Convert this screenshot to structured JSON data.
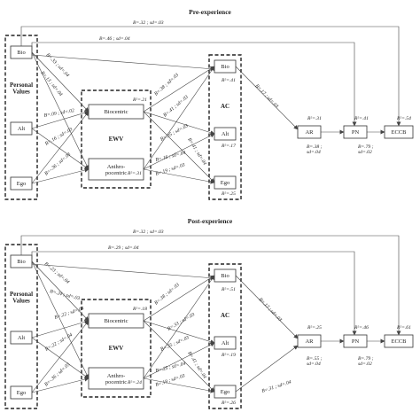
{
  "panels": [
    {
      "title": "Pre-experience",
      "groups": {
        "personal_values": "Personal Values",
        "ewv": "EWV",
        "ac": "AC"
      },
      "nodes": {
        "pv_bio": "Bio",
        "pv_alt": "Alt",
        "pv_ego": "Ego",
        "ewv_bio": "Biocentric",
        "ewv_anth": "Anthro-\npocentric",
        "ac_bio": "Bio",
        "ac_alt": "Alt",
        "ac_ego": "Ego",
        "ar": "AR",
        "pn": "PN",
        "eccb": "ECCB"
      },
      "r2": {
        "ewv_bio": "R²=.21",
        "ewv_anth": "R²=.31",
        "ac_bio": "R²=.41",
        "ac_alt": "R²=.17",
        "ac_ego": "R²=.25",
        "ar": "R²=.31",
        "pn": "R²=.41",
        "eccb": "R²=.54"
      },
      "coefficients": [
        "B=.32 ; sd=.03",
        "B=.46 ; sd=.04",
        "B=.33 ; sd=.04",
        "B=.13 ; sd=.04",
        "B=.09 ; sd=.02",
        "B=.16 ; sd=.03",
        "B=-.36 ; sd=.03",
        "B=.38 ; sd=.03",
        "B=.41 ; sd=.03",
        "B=.35 ; sd=.03",
        "B=.16 ; sd=.04",
        "B=.41 ; sd=.04",
        "B=.19 ; sd=.03",
        "B=.17 ; sd=.03",
        "B=.38 ; sd=.04",
        "B=.79 ; sd=.02"
      ]
    },
    {
      "title": "Post-experience",
      "groups": {
        "personal_values": "Personal Values",
        "ewv": "EWV",
        "ac": "AC"
      },
      "nodes": {
        "pv_bio": "Bio",
        "pv_alt": "Alt",
        "pv_ego": "Ego",
        "ewv_bio": "Biocentric",
        "ewv_anth": "Anthro-\npocentric",
        "ac_bio": "Bio",
        "ac_alt": "Alt",
        "ac_ego": "Ego",
        "ar": "AR",
        "pn": "PN",
        "eccb": "ECCB"
      },
      "r2": {
        "ewv_bio": "R²=.18",
        "ewv_anth": "R²=.24",
        "ac_bio": "R²=.51",
        "ac_alt": "R²=.19",
        "ac_ego": "R²=.26",
        "ar": "R²=.25",
        "pn": "R²=.46",
        "eccb": "R²=.61"
      },
      "coefficients": [
        "B=.32 ; sd=.03",
        "B=.29 ; sd=.04",
        "B=.23 ; sd=.04",
        "B=.24 ; sd=.03",
        "B=.22 ; sd=.04",
        "B=.22 ; sd=.04",
        "B=-.36 ; sd=.03",
        "B=.38 ; sd=.03",
        "B=.33 ; sd=.03",
        "B=.35 ; sd=.03",
        "B=.25 ; sd=.04",
        "B=.41 ; sd=.04",
        "B=.19 ; sd=.03",
        "B=.17 ; sd=.03",
        "B=.31 ; sd=.04",
        "B=.55 ; sd=.04",
        "B=.79 ; sd=.02"
      ]
    }
  ]
}
